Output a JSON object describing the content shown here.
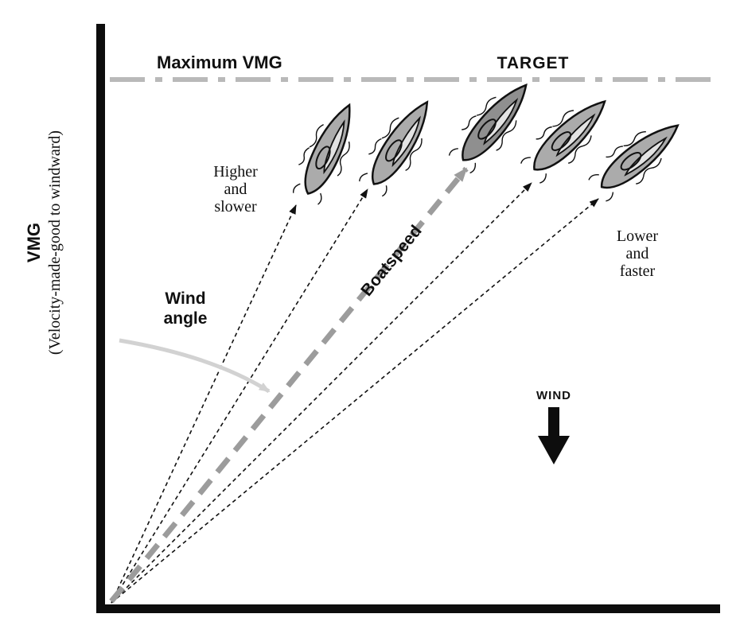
{
  "figure": {
    "y_axis_title": "VMG",
    "y_axis_subtitle": "(Velocity-made-good to windward)",
    "max_vmg_label": "Maximum VMG",
    "target_label": "TARGET",
    "boatspeed_label": "Boatspeed",
    "wind_label": "WIND",
    "wind_angle_lines": [
      "Wind",
      "angle"
    ],
    "higher_slower_lines": [
      "Higher",
      "and",
      "slower"
    ],
    "lower_faster_lines": [
      "Lower",
      "and",
      "faster"
    ]
  },
  "colors": {
    "ink": "#111111",
    "max_vmg_line": "#b9b9b9",
    "boatspeed_arrow": "#9c9c9c",
    "wind_angle_arc": "#d2d2d2",
    "boat_fill": "#ababab",
    "target_boat_fill": "#8f8f8f"
  }
}
